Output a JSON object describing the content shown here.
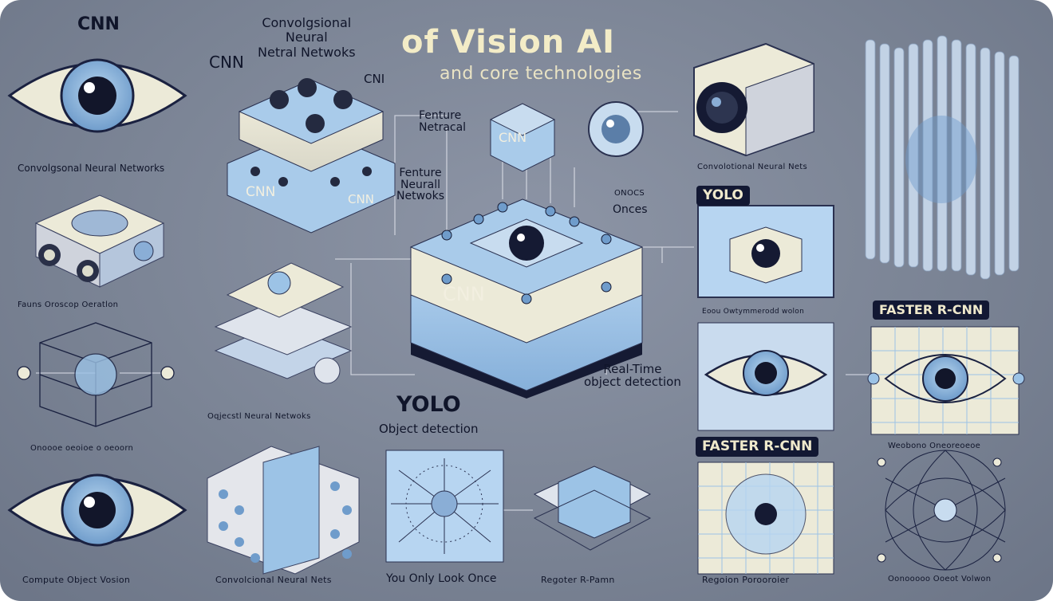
{
  "header": {
    "title": "of Vision AI",
    "subtitle": "and core technologies"
  },
  "labels": {
    "cnn_top_left": "CNN",
    "conv_nn_heading": "Convolgsional\nNeural\nNetral Netwoks",
    "cnn_mid_left": "CNN",
    "cnn_small_right": "CNI",
    "conv_nn_left": "Convolgsonal Neural Networks",
    "block_cnn_left": "CNN",
    "block_cnn_right": "CNN",
    "feature_netracal": "Fenture\nNetracal",
    "cube_cnn": "CNN",
    "feature_nn": "Fenture\nNeurall\nNetwoks",
    "once_small": "ONOCS",
    "once_label": "Onces",
    "center_cnn": "CNN",
    "camera_caption": "Convolotional Neural Nets",
    "yolo_tag_right": "YOLO",
    "left_small_caption": "Fauns Oroscop Oeratlon",
    "realtime": "Real-Time\nobject detection",
    "right_mid_caption": "Eoou Owtymmerodd wolon",
    "faster_rcnn_right": "FASTER R-CNN",
    "yolo_big": "YOLO",
    "object_detection": "Object detection",
    "object_neural_small": "Oqjecstl Neural Netwoks",
    "left_lower_caption": "Onoooe oeoioe o oeoorn",
    "faster_rcnn_mid": "FASTER R-CNN",
    "bottom_right_small": "Weobono Oneoreoeoe",
    "bottom_1": "Compute Object Vosion",
    "bottom_2": "Convolcional Neural Nets",
    "bottom_3": "You Only Look Once",
    "bottom_4": "Regoter R-Pamn",
    "bottom_5": "Regoion Porooroier",
    "bottom_6": "Oonooooo Ooeot Volwon"
  },
  "icons": [
    "eye-icon",
    "cube-stack-icon",
    "camera-icon",
    "grid-cube-icon",
    "network-icon",
    "radial-icon"
  ],
  "colors": {
    "background": "#7b8495",
    "accent_blue": "#9cc3e6",
    "cream": "#ecead8",
    "navy": "#151a33"
  }
}
